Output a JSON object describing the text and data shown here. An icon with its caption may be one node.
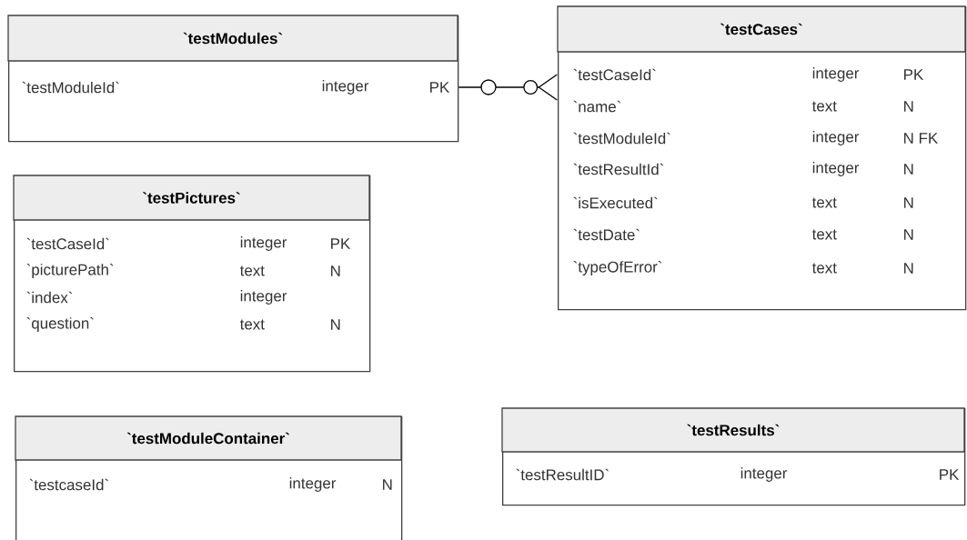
{
  "diagram": {
    "nodes": [
      {
        "text": [
          "`testModules`",
          "`testModuleId`",
          "integer",
          "PK"
        ]
      },
      {
        "text": [
          "`testCases`",
          "`testCaseId`",
          "integer",
          "PK",
          "`name`",
          "text",
          "N",
          "`testModuleId`",
          "integer",
          "N FK",
          "`testResultId`",
          "integer",
          "N",
          "`isExecuted`",
          "text",
          "N",
          "`testDate`",
          "text",
          "N",
          "`typeOfError`",
          "text",
          "N"
        ]
      },
      {
        "text": [
          "`testPictures`",
          "`testCaseId`",
          "integer",
          "PK",
          "`picturePath`",
          "text",
          "N",
          "`index`",
          "integer",
          "`question`",
          "text",
          "N"
        ]
      },
      {
        "text": [
          "`testModuleContainer`",
          "`testcaseId`",
          "integer",
          "N"
        ]
      },
      {
        "text": [
          "`testResults`",
          "`testResultID`",
          "integer",
          "PK"
        ]
      }
    ],
    "edges": [
      {
        "from": 0,
        "to": 1,
        "arrow": "other"
      }
    ]
  }
}
